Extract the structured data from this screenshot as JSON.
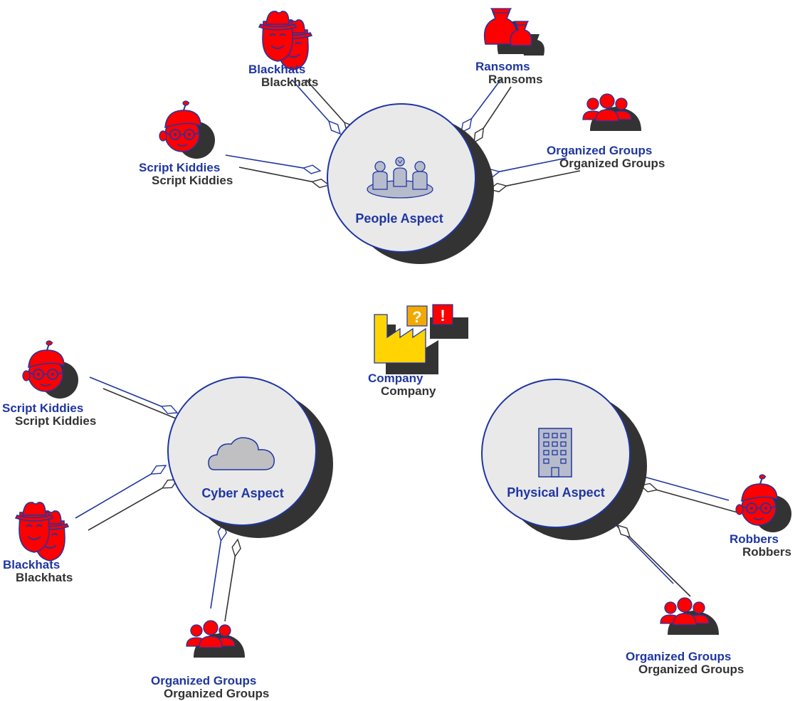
{
  "colors": {
    "accent_blue": "#1f36a2",
    "shadow": "#333333",
    "threat_red": "#ff0000",
    "circle_fill": "#e9e9ea",
    "factory_yellow": "#ffd400",
    "question_orange": "#f2a900",
    "icon_grey": "#b7bccc"
  },
  "center": {
    "label": "Company",
    "icon": "factory-question-alert-icon"
  },
  "aspects": {
    "people": {
      "label": "People Aspect",
      "icon": "meeting-people-icon",
      "threats": {
        "blackhats": {
          "label": "Blackhats",
          "icon": "blackhat-icon"
        },
        "ransoms": {
          "label": "Ransoms",
          "icon": "money-bags-icon"
        },
        "script_kiddies": {
          "label": "Script Kiddies",
          "icon": "script-kiddie-icon"
        },
        "organized_groups": {
          "label": "Organized Groups",
          "icon": "group-icon"
        }
      }
    },
    "cyber": {
      "label": "Cyber Aspect",
      "icon": "cloud-icon",
      "threats": {
        "script_kiddies": {
          "label": "Script Kiddies",
          "icon": "script-kiddie-icon"
        },
        "blackhats": {
          "label": "Blackhats",
          "icon": "blackhat-icon"
        },
        "organized_groups": {
          "label": "Organized Groups",
          "icon": "group-icon"
        }
      }
    },
    "physical": {
      "label": "Physical Aspect",
      "icon": "building-icon",
      "threats": {
        "robbers": {
          "label": "Robbers",
          "icon": "robber-icon"
        },
        "organized_groups": {
          "label": "Organized Groups",
          "icon": "group-icon"
        }
      }
    }
  }
}
